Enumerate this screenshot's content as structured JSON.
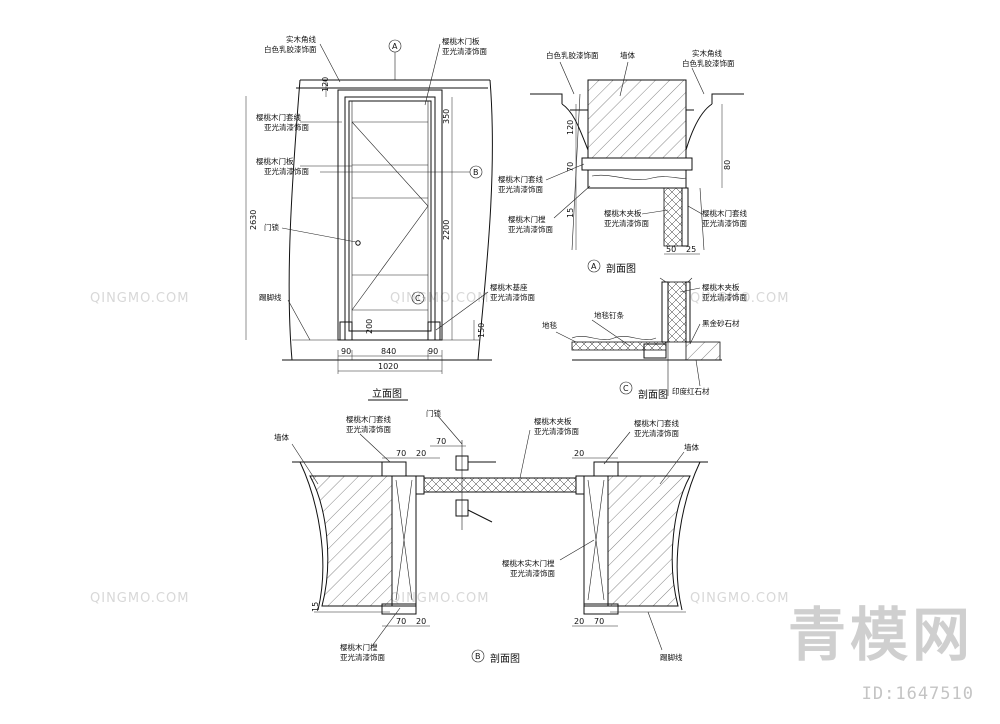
{
  "watermark": {
    "text": "QINGMO.COM",
    "logo": "青模网",
    "id": "ID:1647510"
  },
  "titles": {
    "elevation": "立面图",
    "section_a": "剖面图",
    "section_b": "剖面图",
    "section_c": "剖面图"
  },
  "markers": {
    "a": "A",
    "b": "B",
    "c": "C"
  },
  "elevation": {
    "labels": {
      "solid_wood_molding": "实木角线",
      "white_latex": "白色乳胶漆饰面",
      "cherry_door_panel": "樱桃木门板",
      "matte_varnish": "亚光清漆饰面",
      "cherry_door_trim": "樱桃木门套线",
      "cherry_door_panel2": "樱桃木门板",
      "door_lock": "门锁",
      "cherry_base_block": "樱桃木基座",
      "skirting": "踢脚线"
    },
    "dims": [
      "120",
      "350",
      "2630",
      "2200",
      "200",
      "150",
      "90",
      "840",
      "90",
      "1020"
    ]
  },
  "section_a": {
    "labels": {
      "white_latex": "白色乳胶漆饰面",
      "wall": "墙体",
      "solid_wood_molding": "实木角线",
      "cherry_trim": "樱桃木门套线",
      "cherry_frame": "樱桃木门樘",
      "cherry_veneer": "樱桃木夹板",
      "cherry_trim2": "樱桃木门套线",
      "matte_varnish": "亚光清漆饰面"
    },
    "dims": [
      "120",
      "70",
      "15",
      "80",
      "50",
      "25"
    ]
  },
  "section_c": {
    "labels": {
      "carpet_strip": "地毯钉条",
      "carpet": "地毯",
      "cherry_veneer": "樱桃木夹板",
      "matte_varnish": "亚光清漆饰面",
      "marble": "黑金砂石材",
      "red_granite": "印度红石材"
    }
  },
  "section_b": {
    "labels": {
      "cherry_trim_l": "樱桃木门套线",
      "wall_l": "墙体",
      "door_lock": "门锁",
      "cherry_veneer": "樱桃木夹板",
      "cherry_trim_r": "樱桃木门套线",
      "wall_r": "墙体",
      "cherry_solid_frame": "樱桃木实木门樘",
      "cherry_frame_l": "樱桃木门樘",
      "skirting": "踢脚线",
      "matte_varnish": "亚光清漆饰面"
    },
    "dims": [
      "70",
      "20",
      "70",
      "20",
      "15",
      "70",
      "20",
      "20",
      "70"
    ]
  }
}
